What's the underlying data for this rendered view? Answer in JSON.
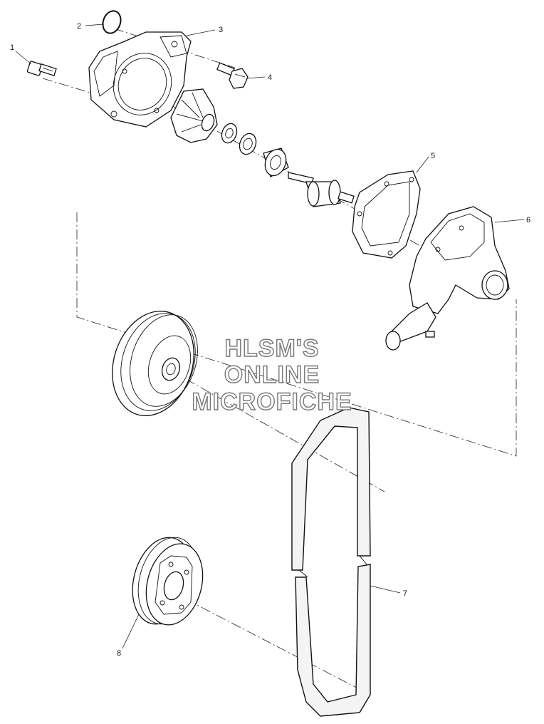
{
  "callouts": [
    {
      "id": "callout-1",
      "label": "1"
    },
    {
      "id": "callout-2",
      "label": "2"
    },
    {
      "id": "callout-3",
      "label": "3"
    },
    {
      "id": "callout-4",
      "label": "4"
    },
    {
      "id": "callout-5",
      "label": "5"
    },
    {
      "id": "callout-6",
      "label": "6"
    },
    {
      "id": "callout-7",
      "label": "7"
    },
    {
      "id": "callout-8",
      "label": "8"
    }
  ],
  "watermark": {
    "line1": "HLSM'S",
    "line2": "ONLINE",
    "line3": "MICROFICHE"
  }
}
